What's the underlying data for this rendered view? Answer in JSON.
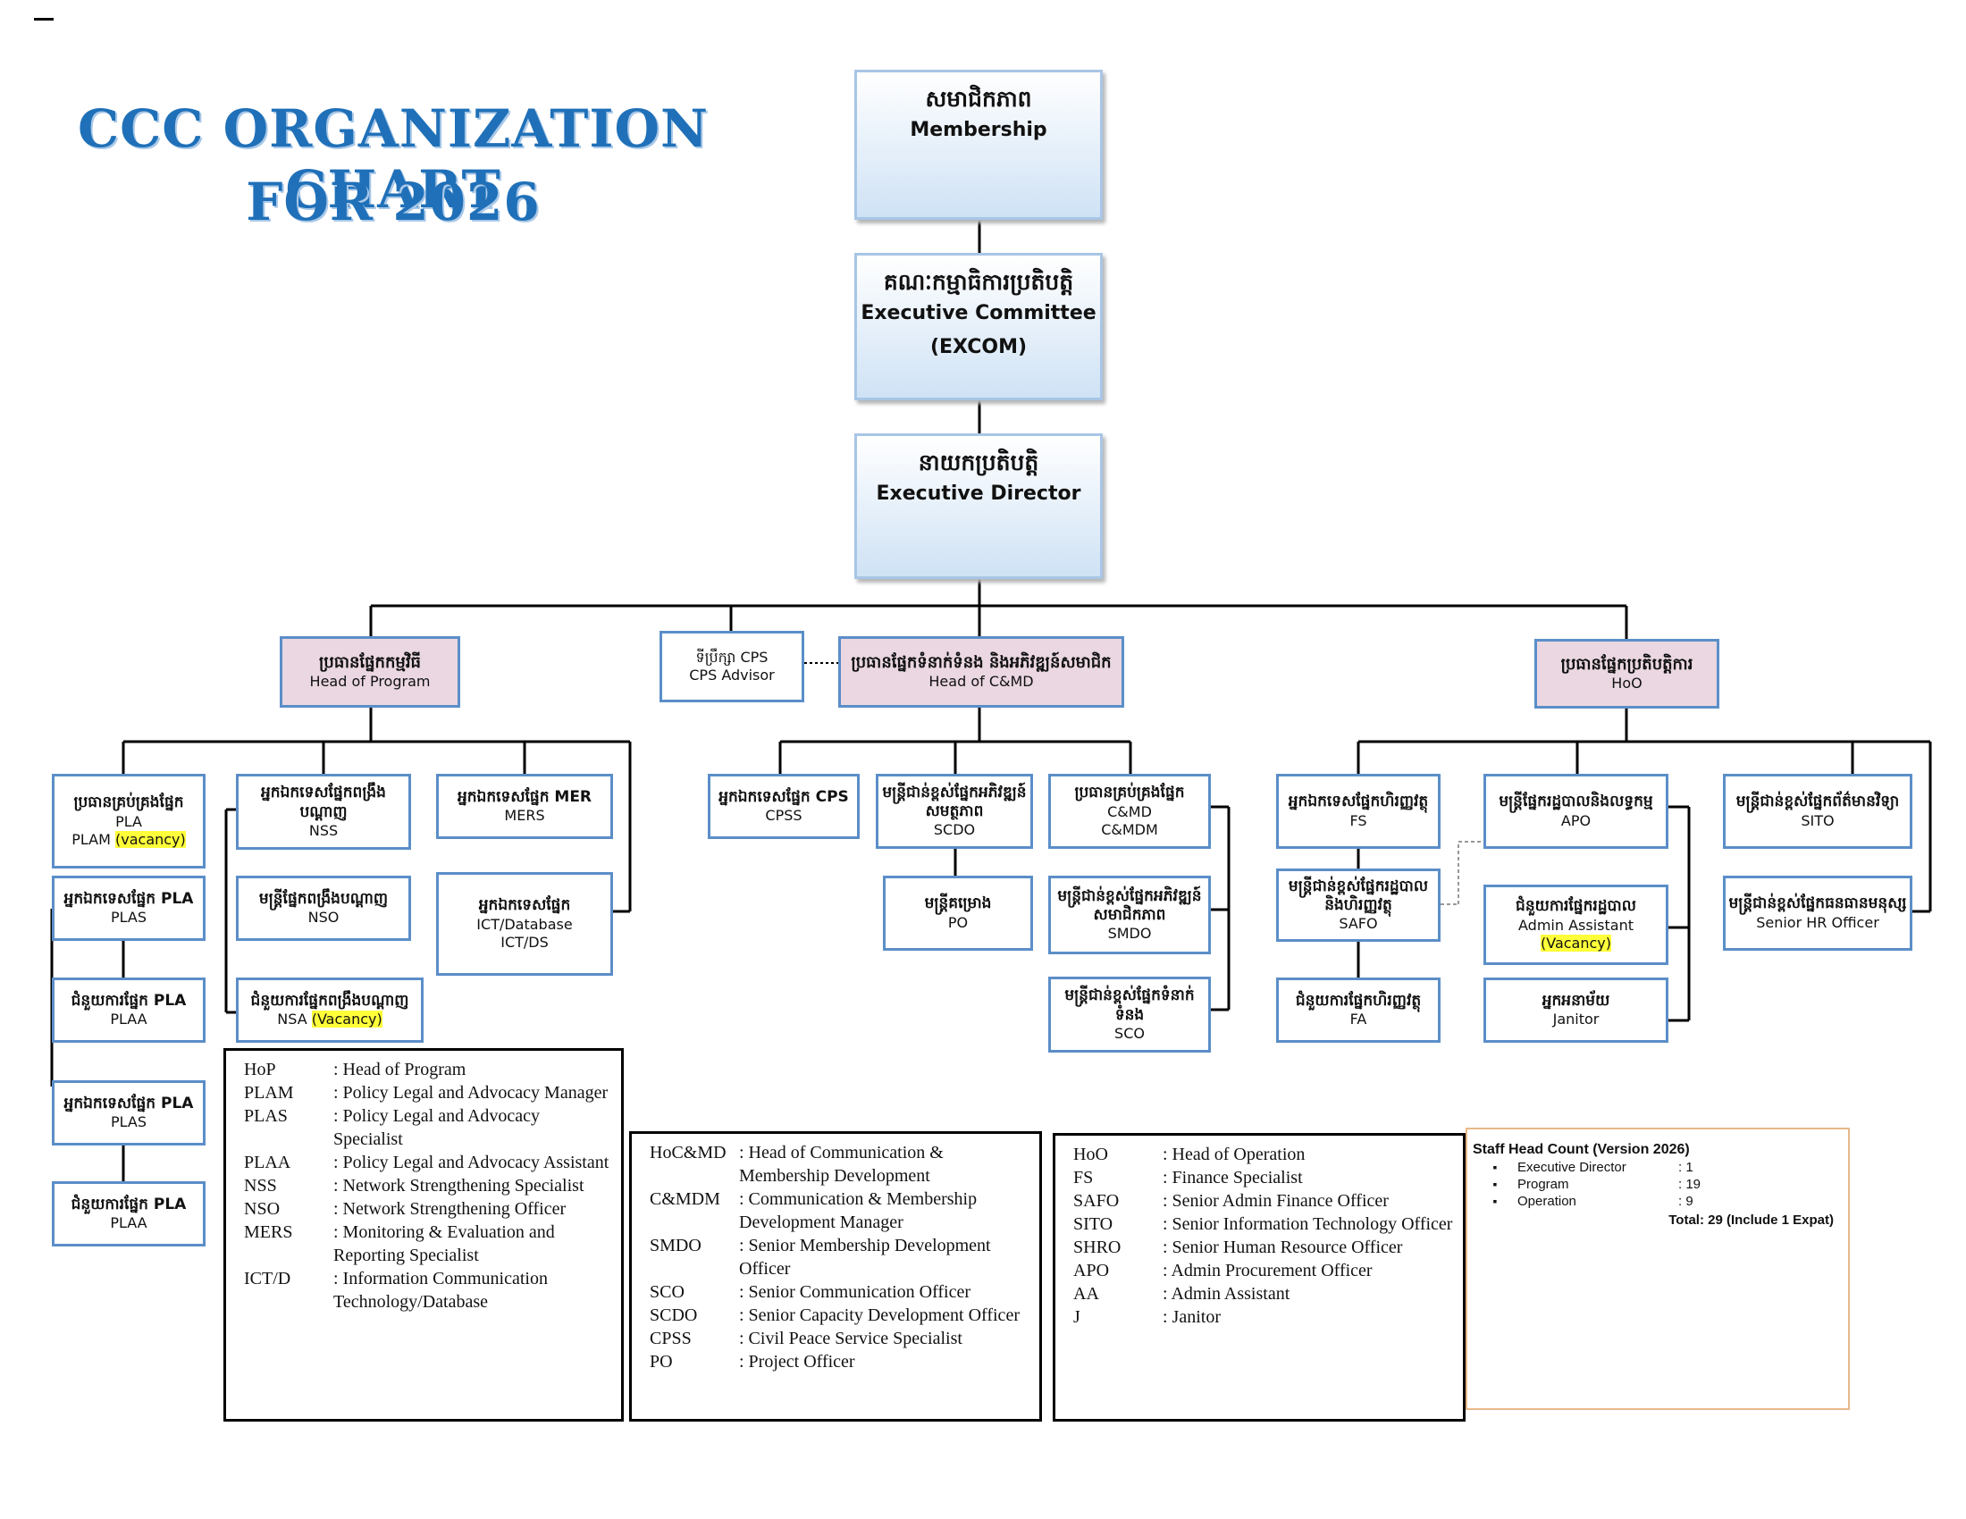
{
  "title": {
    "line1": "CCC ORGANIZATION CHART",
    "line2": "FOR 2026"
  },
  "boxes": {
    "membership": {
      "kh": "សមាជិកភាព",
      "en": "Membership"
    },
    "excom": {
      "kh": "គណៈកម្មាធិការប្រតិបត្តិ",
      "en": "Executive Committee",
      "en2": "(EXCOM)"
    },
    "ed": {
      "kh": "នាយកប្រតិបត្តិ",
      "en": "Executive Director"
    },
    "hop": {
      "kh": "ប្រធានផ្នែកកម្មវិធី",
      "en": "Head of Program"
    },
    "cps_advisor": {
      "kh": "ទីប្រឹក្សា CPS",
      "en": "CPS Advisor"
    },
    "hocmd": {
      "kh": "ប្រធានផ្នែកទំនាក់ទំនង និងអភិវឌ្ឍន៍សមាជិក",
      "en": "Head of C&MD"
    },
    "hoo": {
      "kh": "ប្រធានផ្នែកប្រតិបត្តិការ",
      "en": "HoO"
    },
    "plam": {
      "kh": "ប្រធានគ្រប់គ្រងផ្នែក",
      "en": "PLA",
      "en2": "PLAM",
      "note": "(vacancy)"
    },
    "plas1": {
      "kh": "អ្នកឯកទេសផ្នែក PLA",
      "en": "PLAS"
    },
    "plaa1": {
      "kh": "ជំនួយការផ្នែក PLA",
      "en": "PLAA"
    },
    "plas2": {
      "kh": "អ្នកឯកទេសផ្នែក PLA",
      "en": "PLAS"
    },
    "plaa2": {
      "kh": "ជំនួយការផ្នែក PLA",
      "en": "PLAA"
    },
    "nss": {
      "kh": "អ្នកឯកទេសផ្នែកពង្រឹងបណ្តាញ",
      "en": "NSS"
    },
    "nso": {
      "kh": "មន្ត្រីផ្នែកពង្រឹងបណ្តាញ",
      "en": "NSO"
    },
    "nsa": {
      "kh": "ជំនួយការផ្នែកពង្រឹងបណ្តាញ",
      "en": "NSA",
      "note": "(Vacancy)"
    },
    "mers": {
      "kh": "អ្នកឯកទេសផ្នែក MER",
      "en": "MERS"
    },
    "ictds": {
      "kh": "អ្នកឯកទេសផ្នែក",
      "en": "ICT/Database",
      "en2": "ICT/DS"
    },
    "cpss": {
      "kh": "អ្នកឯកទេសផ្នែក CPS",
      "en": "CPSS"
    },
    "scdo": {
      "kh": "មន្ត្រីជាន់ខ្ពស់ផ្នែកអភិវឌ្ឍន៍សមត្ថភាព",
      "en": "SCDO"
    },
    "po": {
      "kh": "មន្ត្រីគម្រោង",
      "en": "PO"
    },
    "cmdm": {
      "kh": "ប្រធានគ្រប់គ្រងផ្នែក",
      "en": "C&MD",
      "en2": "C&MDM"
    },
    "smdo": {
      "kh": "មន្ត្រីជាន់ខ្ពស់ផ្នែកអភិវឌ្ឍន៍សមាជិកភាព",
      "en": "SMDO"
    },
    "sco": {
      "kh": "មន្ត្រីជាន់ខ្ពស់ផ្នែកទំនាក់ទំនង",
      "en": "SCO"
    },
    "fs": {
      "kh": "អ្នកឯកទេសផ្នែកហិរញ្ញវត្ថុ",
      "en": "FS"
    },
    "safo": {
      "kh": "មន្ត្រីជាន់ខ្ពស់ផ្នែករដ្ឋបាលនិងហិរញ្ញវត្ថុ",
      "en": "SAFO"
    },
    "fa": {
      "kh": "ជំនួយការផ្នែកហិរញ្ញវត្ថុ",
      "en": "FA"
    },
    "apo": {
      "kh": "មន្ត្រីផ្នែករដ្ឋបាលនិងលទ្ធកម្ម",
      "en": "APO"
    },
    "aa": {
      "kh": "ជំនួយការផ្នែករដ្ឋបាល",
      "en": "Admin Assistant",
      "note": "(Vacancy)"
    },
    "janitor": {
      "kh": "អ្នកអនាម័យ",
      "en": "Janitor"
    },
    "sito": {
      "kh": "មន្ត្រីជាន់ខ្ពស់ផ្នែកព័ត៌មានវិទ្យា",
      "en": "SITO"
    },
    "shro": {
      "kh": "មន្ត្រីជាន់ខ្ពស់ផ្នែកធនធានមនុស្ស",
      "en": "Senior HR Officer"
    }
  },
  "legend_program": [
    {
      "abbr": "HoP",
      "def": ": Head of Program"
    },
    {
      "abbr": "PLAM",
      "def": ": Policy Legal and Advocacy Manager"
    },
    {
      "abbr": "PLAS",
      "def": ": Policy Legal and Advocacy Specialist"
    },
    {
      "abbr": "PLAA",
      "def": ": Policy Legal and Advocacy Assistant"
    },
    {
      "abbr": "NSS",
      "def": ": Network Strengthening Specialist"
    },
    {
      "abbr": "NSO",
      "def": ": Network Strengthening Officer"
    },
    {
      "abbr": "MERS",
      "def": ": Monitoring & Evaluation and Reporting Specialist"
    },
    {
      "abbr": "ICT/D",
      "def": ": Information Communication Technology/Database"
    }
  ],
  "legend_cmd": [
    {
      "abbr": "HoC&MD",
      "def": ": Head of Communication & Membership Development"
    },
    {
      "abbr": "C&MDM",
      "def": ": Communication & Membership Development Manager"
    },
    {
      "abbr": "SMDO",
      "def": ": Senior Membership Development Officer"
    },
    {
      "abbr": "SCO",
      "def": ": Senior Communication Officer"
    },
    {
      "abbr": "SCDO",
      "def": ": Senior Capacity Development Officer"
    },
    {
      "abbr": "CPSS",
      "def": ": Civil Peace Service Specialist"
    },
    {
      "abbr": "PO",
      "def": ": Project Officer"
    }
  ],
  "legend_ops": [
    {
      "abbr": "HoO",
      "def": ": Head of Operation"
    },
    {
      "abbr": "FS",
      "def": ": Finance Specialist"
    },
    {
      "abbr": "SAFO",
      "def": ": Senior Admin Finance Officer"
    },
    {
      "abbr": "SITO",
      "def": ": Senior Information Technology Officer"
    },
    {
      "abbr": "SHRO",
      "def": ": Senior Human Resource Officer"
    },
    {
      "abbr": "APO",
      "def": ": Admin Procurement Officer"
    },
    {
      "abbr": "AA",
      "def": ": Admin Assistant"
    },
    {
      "abbr": "J",
      "def": ": Janitor"
    }
  ],
  "headcount": {
    "title": "Staff Head Count (Version 2026)",
    "rows": [
      {
        "label": "Executive Director",
        "value": ": 1"
      },
      {
        "label": "Program",
        "value": ": 19"
      },
      {
        "label": "Operation",
        "value": ": 9"
      }
    ],
    "total": "Total: 29 (Include 1 Expat)"
  }
}
